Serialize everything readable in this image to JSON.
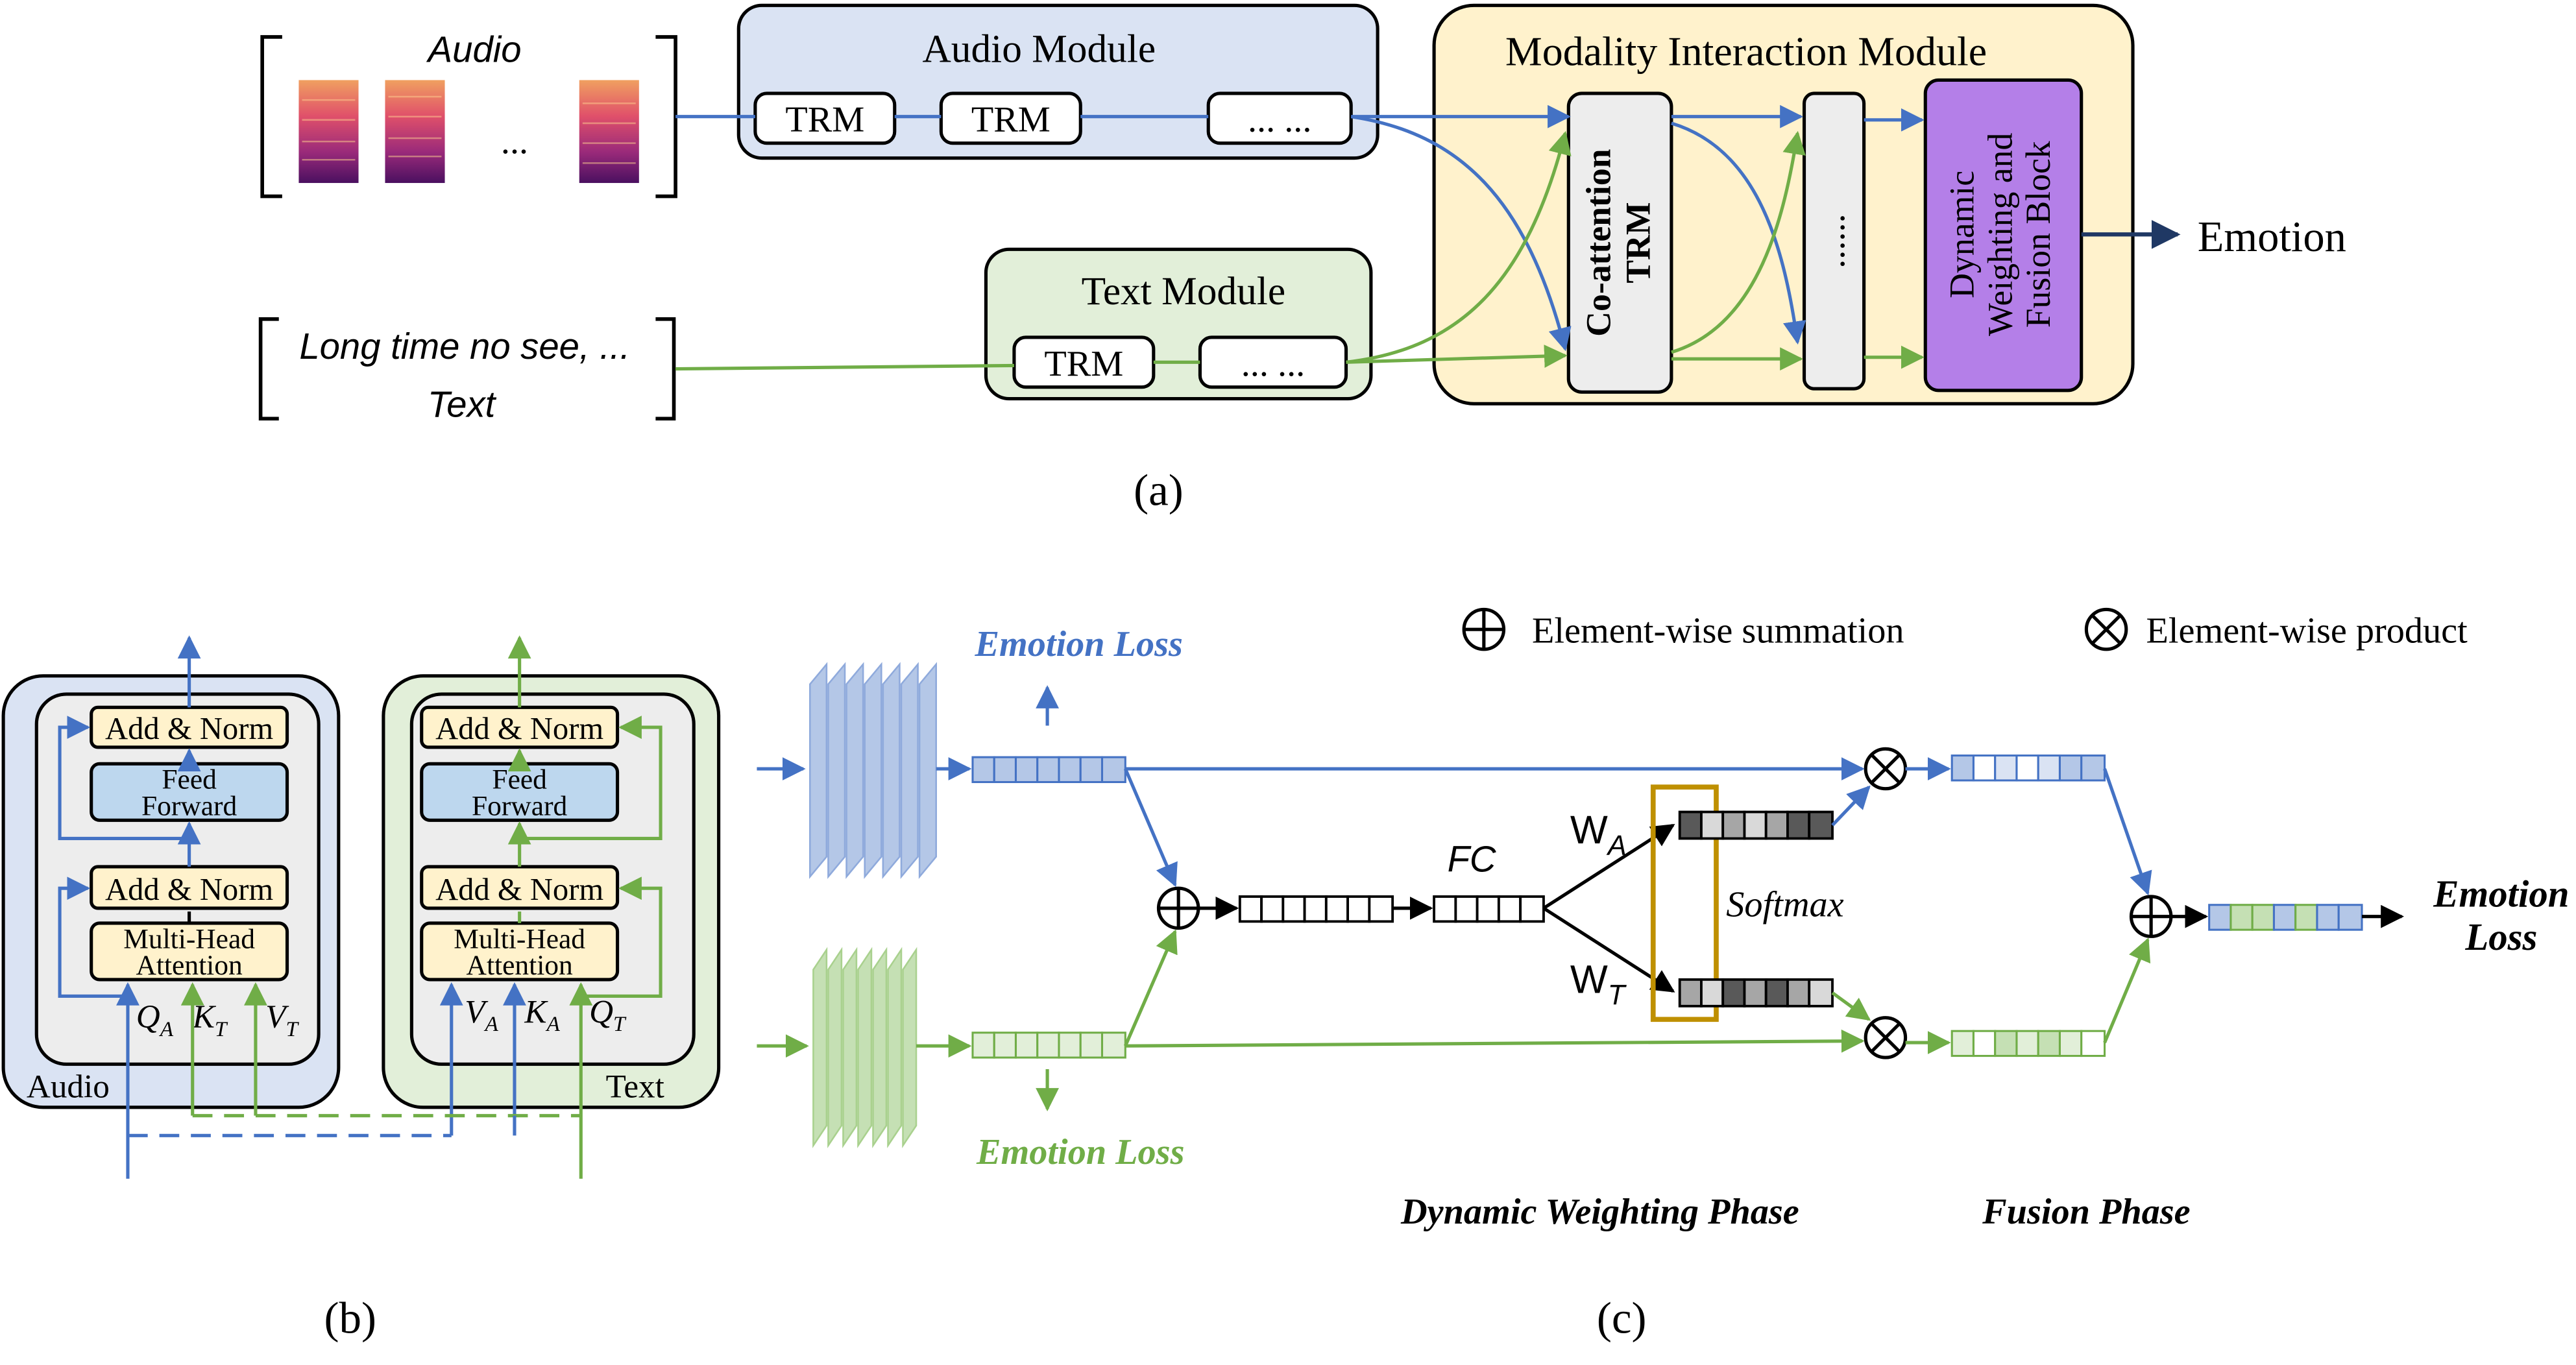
{
  "colors": {
    "blue_line": "#4472C4",
    "green_line": "#70AD47",
    "audio_fill": "#DAE3F3",
    "text_fill": "#E2EFD9",
    "mim_fill": "#FFF2CC",
    "fusion_fill": "#B47FE8",
    "addnorm_fill": "#FFF2CC",
    "ff_fill": "#BDD7EE",
    "softmax_border": "#BF9000",
    "dark_arrow": "#1F3864"
  },
  "panel_a": {
    "audio_input": "Audio",
    "ellipsis": "...",
    "audio_module": {
      "title": "Audio Module",
      "trm1": "TRM",
      "trm2": "TRM",
      "more": "... ..."
    },
    "text_input": {
      "line1": "Long time no see, ...",
      "line2": "Text"
    },
    "text_module": {
      "title": "Text Module",
      "trm": "TRM",
      "more": "... ..."
    },
    "mim": {
      "title": "Modality Interaction Module",
      "coattention": [
        "Co-attention",
        "TRM"
      ],
      "dots": "......",
      "fusion_block": [
        "Dynamic",
        "Weighting and",
        "Fusion Block"
      ]
    },
    "output": "Emotion",
    "caption": "(a)"
  },
  "panel_b": {
    "audio": {
      "label": "Audio",
      "add_norm_top": "Add & Norm",
      "feed_forward": [
        "Feed",
        "Forward"
      ],
      "add_norm_bottom": "Add & Norm",
      "mha": [
        "Multi-Head",
        "Attention"
      ],
      "q": "Q",
      "q_sub": "A",
      "k": "K",
      "k_sub": "T",
      "v": "V",
      "v_sub": "T"
    },
    "text": {
      "label": "Text",
      "add_norm_top": "Add & Norm",
      "feed_forward": [
        "Feed",
        "Forward"
      ],
      "add_norm_bottom": "Add & Norm",
      "mha": [
        "Multi-Head",
        "Attention"
      ],
      "v": "V",
      "v_sub": "A",
      "k": "K",
      "k_sub": "A",
      "q": "Q",
      "q_sub": "T"
    },
    "caption": "(b)"
  },
  "panel_c": {
    "legend_sum": "Element-wise summation",
    "legend_product": "Element-wise product",
    "emotion_loss_audio": "Emotion Loss",
    "emotion_loss_text": "Emotion Loss",
    "fc": "FC",
    "w_a": "W",
    "w_a_sub": "A",
    "w_t": "W",
    "w_t_sub": "T",
    "softmax": "Softmax",
    "emotion_loss_final": [
      "Emotion",
      "Loss"
    ],
    "phase_dynamic": "Dynamic Weighting Phase",
    "phase_fusion": "Fusion Phase",
    "caption": "(c)"
  }
}
